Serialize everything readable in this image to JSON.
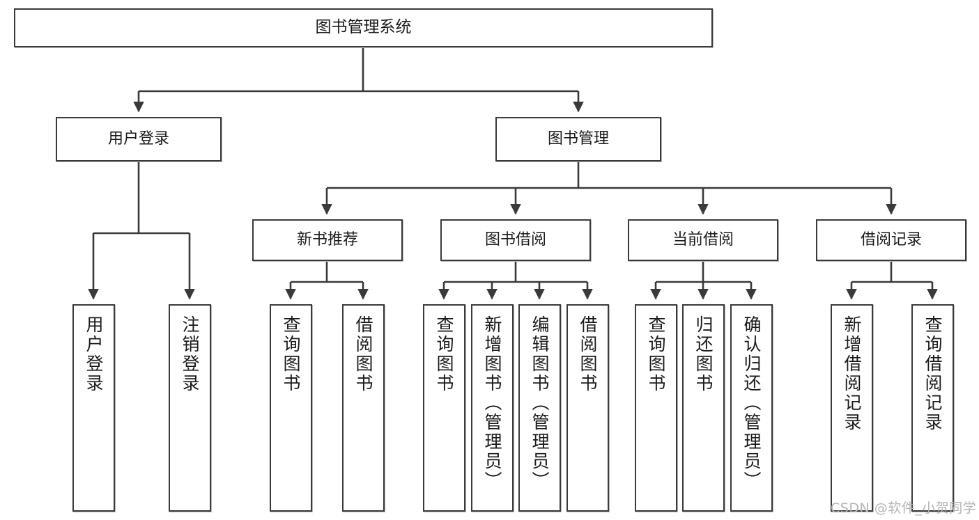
{
  "diagram": {
    "title": "图书管理系统",
    "orientation": "top-down-tree",
    "levels": 4,
    "colors": {
      "box_border": "#3a3a3a",
      "box_fill": "#ffffff",
      "edge": "#3a3a3a",
      "text": "#1a1a1a",
      "watermark": "#b4b4b4",
      "background": "#ffffff"
    },
    "root": {
      "id": "root",
      "label": "图书管理系统"
    },
    "level2": [
      {
        "id": "user-login",
        "label": "用户登录"
      },
      {
        "id": "book-management",
        "label": "图书管理"
      }
    ],
    "level3": [
      {
        "id": "new-book-recommend",
        "label": "新书推荐",
        "parent": "book-management"
      },
      {
        "id": "book-borrow",
        "label": "图书借阅",
        "parent": "book-management"
      },
      {
        "id": "current-borrow",
        "label": "当前借阅",
        "parent": "book-management"
      },
      {
        "id": "borrow-record",
        "label": "借阅记录",
        "parent": "book-management"
      }
    ],
    "leaves": [
      {
        "id": "leaf-user-login",
        "label": "用户登录",
        "parent": "user-login"
      },
      {
        "id": "leaf-logout-login",
        "label": "注销登录",
        "parent": "user-login"
      },
      {
        "id": "leaf-query-book-1",
        "label": "查询图书",
        "parent": "new-book-recommend"
      },
      {
        "id": "leaf-borrow-book-1",
        "label": "借阅图书",
        "parent": "new-book-recommend"
      },
      {
        "id": "leaf-query-book-2",
        "label": "查询图书",
        "parent": "book-borrow"
      },
      {
        "id": "leaf-add-book",
        "label": "新增图书（管理员）",
        "parent": "book-borrow"
      },
      {
        "id": "leaf-edit-book",
        "label": "编辑图书（管理员）",
        "parent": "book-borrow"
      },
      {
        "id": "leaf-borrow-book-2",
        "label": "借阅图书",
        "parent": "book-borrow"
      },
      {
        "id": "leaf-query-book-3",
        "label": "查询图书",
        "parent": "current-borrow"
      },
      {
        "id": "leaf-return-book",
        "label": "归还图书",
        "parent": "current-borrow"
      },
      {
        "id": "leaf-confirm-return",
        "label": "确认归还（管理员）",
        "parent": "current-borrow"
      },
      {
        "id": "leaf-add-record",
        "label": "新增借阅记录",
        "parent": "borrow-record"
      },
      {
        "id": "leaf-query-record",
        "label": "查询借阅记录",
        "parent": "borrow-record"
      }
    ],
    "watermark": "CSDN @软件_小贺同学"
  }
}
